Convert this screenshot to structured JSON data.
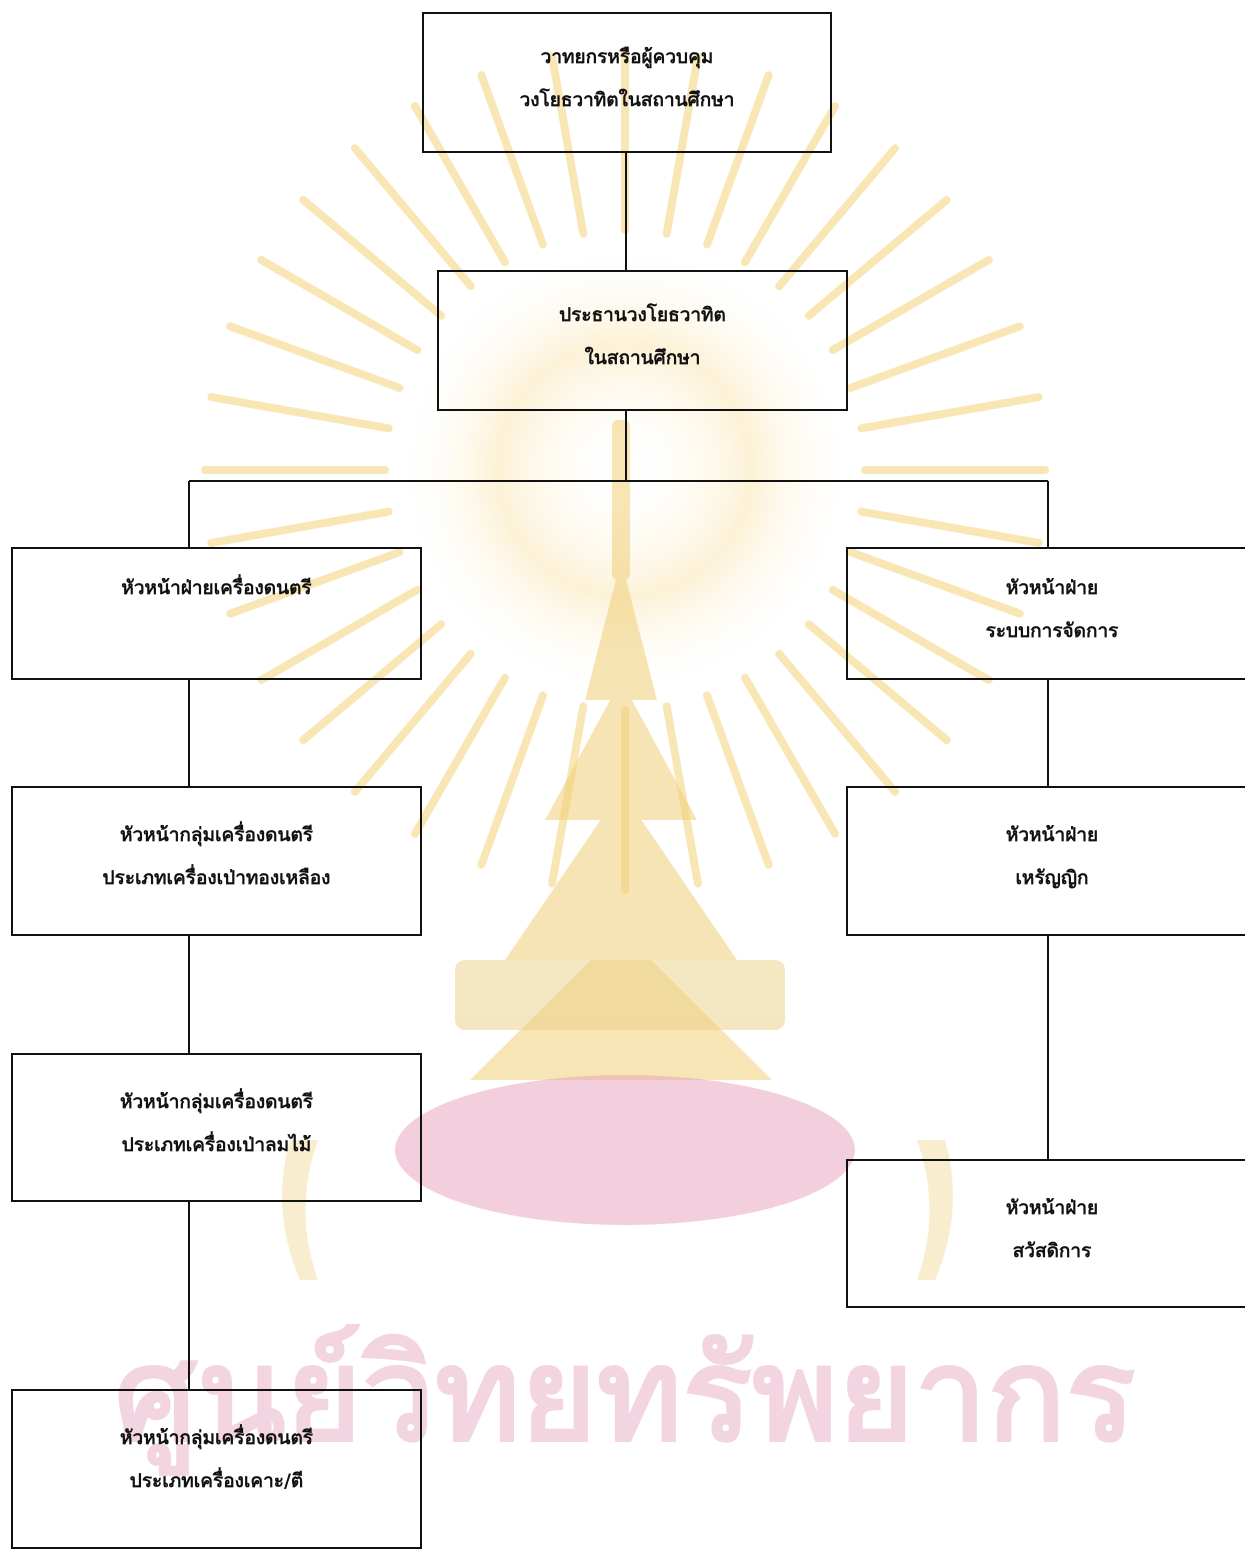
{
  "colors": {
    "line": "#111111",
    "text": "#111111",
    "watermark_gold": "#f0c75a",
    "watermark_pink": "#e8a0bc"
  },
  "watermark": {
    "icon": "chulalongkorn-emblem-watermark-icon",
    "text_line1": "ศูนย์วิทยทรัพยากร"
  },
  "chart": {
    "top": {
      "line1": "วาทยกรหรือผู้ควบคุม",
      "line2": "วงโยธวาทิตในสถานศึกษา"
    },
    "president": {
      "line1": "ประธานวงโยธวาทิต",
      "line2": "ในสถานศึกษา"
    },
    "left": [
      {
        "line1": "หัวหน้าฝ่ายเครื่องดนตรี",
        "line2": ""
      },
      {
        "line1": "หัวหน้ากลุ่มเครื่องดนตรี",
        "line2": "ประเภทเครื่องเป่าทองเหลือง"
      },
      {
        "line1": "หัวหน้ากลุ่มเครื่องดนตรี",
        "line2": "ประเภทเครื่องเป่าลมไม้"
      },
      {
        "line1": "หัวหน้ากลุ่มเครื่องดนตรี",
        "line2": "ประเภทเครื่องเคาะ/ตี"
      }
    ],
    "right": [
      {
        "line1": "หัวหน้าฝ่าย",
        "line2": "ระบบการจัดการ"
      },
      {
        "line1": "หัวหน้าฝ่าย",
        "line2": "เหรัญญิก"
      },
      {
        "line1": "หัวหน้าฝ่าย",
        "line2": "สวัสดิการ"
      }
    ]
  }
}
